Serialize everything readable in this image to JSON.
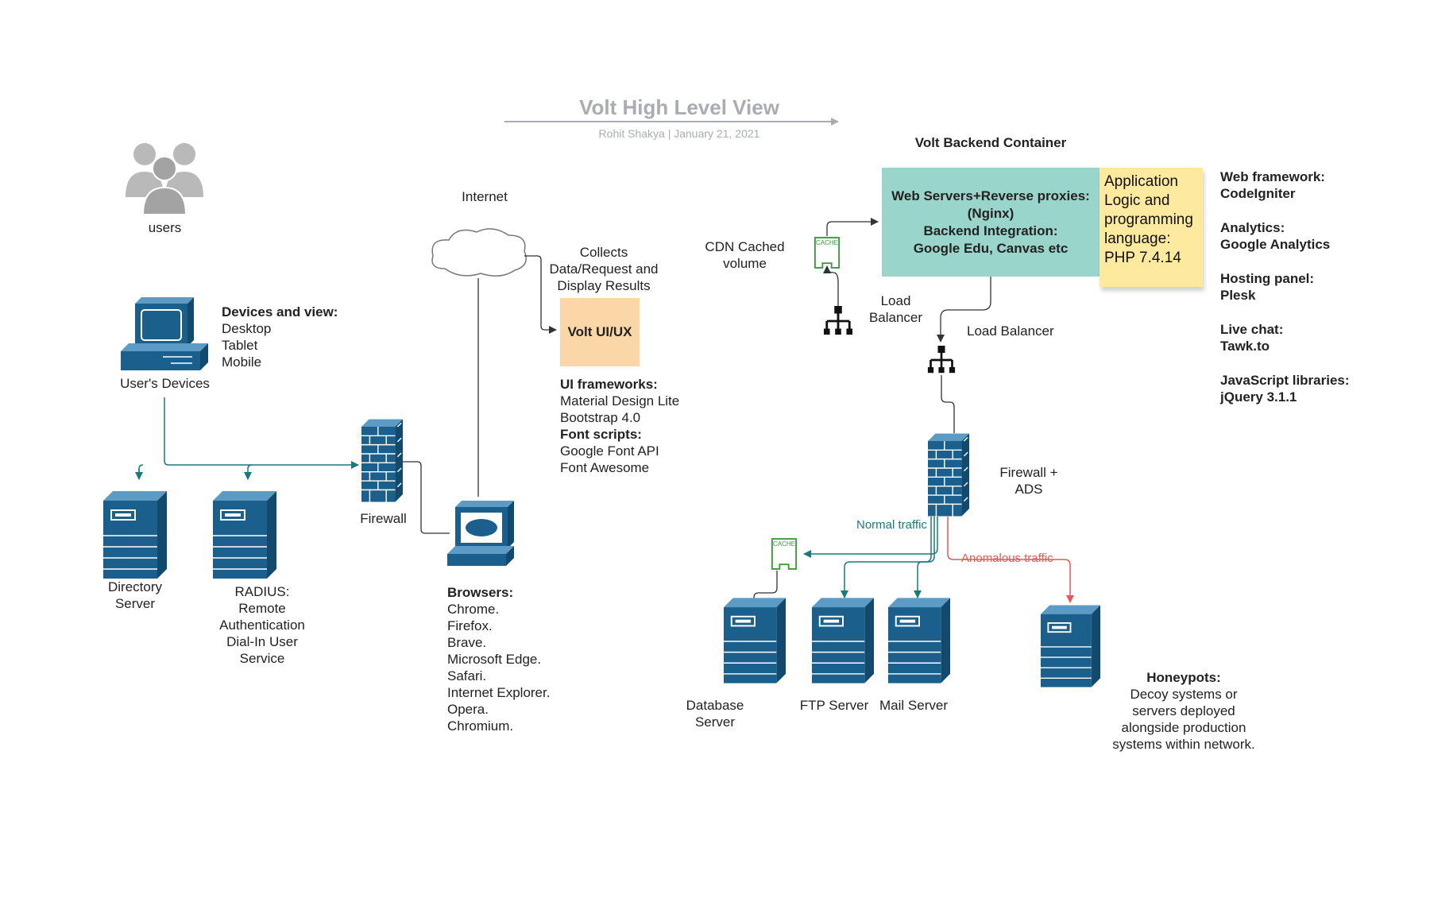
{
  "header": {
    "title": "Volt High Level View",
    "subtitle": "Rohit Shakya  |  January 21, 2021"
  },
  "users": {
    "label": "users"
  },
  "devices": {
    "label": "User's Devices",
    "heading": "Devices and view:",
    "items": [
      "Desktop",
      "Tablet",
      "Mobile"
    ]
  },
  "servers_left": {
    "directory": [
      "Directory",
      "Server"
    ],
    "radius": [
      "RADIUS:",
      "Remote",
      "Authentication",
      "Dial-In User",
      "Service"
    ],
    "firewall": "Firewall"
  },
  "internet": {
    "label": "Internet",
    "collects": [
      "Collects",
      "Data/Request and",
      "Display Results"
    ],
    "ui_box": "Volt UI/UX"
  },
  "ui_frameworks": {
    "heading": "UI frameworks:",
    "items": [
      "Material Design Lite",
      "Bootstrap 4.0"
    ],
    "font_heading": "Font scripts:",
    "font_items": [
      "Google Font API",
      "Font Awesome"
    ]
  },
  "browsers": {
    "heading": "Browsers:",
    "items": [
      "Chrome.",
      "Firefox.",
      "Brave.",
      "Microsoft Edge.",
      "Safari.",
      "Internet Explorer.",
      "Opera.",
      "Chromium."
    ]
  },
  "backend": {
    "container_title": "Volt Backend Container",
    "box_lines": [
      "Web Servers+Reverse proxies:",
      "(Nginx)",
      "Backend Integration:",
      "Google Edu, Canvas etc"
    ],
    "note": "Application Logic and programming language: PHP 7.4.14",
    "cdn": [
      "CDN Cached",
      "volume"
    ],
    "cache_label": "CACHE",
    "load_balancer_1": [
      "Load",
      "Balancer"
    ],
    "load_balancer_2": "Load Balancer",
    "firewall_ads": [
      "Firewall +",
      "ADS"
    ],
    "normal_traffic": "Normal traffic",
    "anomalous_traffic": "Anomalous traffic"
  },
  "servers_right": {
    "database": [
      "Database",
      "Server"
    ],
    "ftp": "FTP Server",
    "mail": "Mail Server"
  },
  "honeypots": {
    "heading": "Honeypots:",
    "lines": [
      "Decoy systems or",
      "servers deployed",
      "alongside production",
      "systems within network."
    ]
  },
  "tech_stack": [
    {
      "heading": "Web framework:",
      "value": "CodeIgniter"
    },
    {
      "heading": "Analytics:",
      "value": "Google Analytics"
    },
    {
      "heading": "Hosting panel:",
      "value": "Plesk"
    },
    {
      "heading": "Live chat:",
      "value": "Tawk.to"
    },
    {
      "heading": "JavaScript libraries:",
      "value": "jQuery 3.1.1"
    }
  ],
  "colors": {
    "icon_blue": "#1b5f8c",
    "teal_line": "#1a7a7a",
    "red_line": "#e05a5a",
    "ui_box": "#fbd6a6",
    "backend_box": "#9ad5cb",
    "note": "#fdea9e",
    "title_gray": "#a9adb2"
  }
}
